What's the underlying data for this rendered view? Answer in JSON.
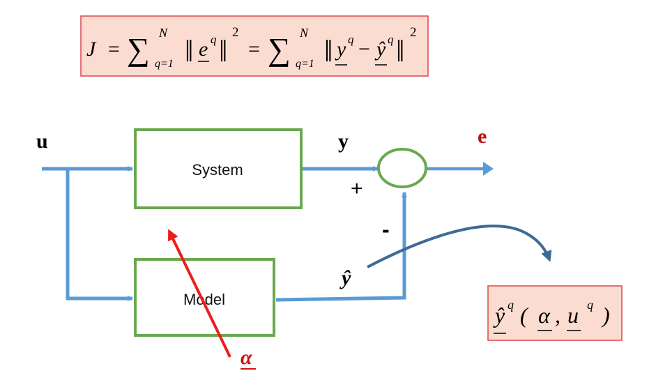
{
  "formula": {
    "J": "J",
    "eq1": "=",
    "sum1": "∑",
    "sum1_upper": "N",
    "sum1_lower": "q=1",
    "norm1_open": "‖",
    "e_base": "e",
    "e_sup": "q",
    "norm1_close": "‖",
    "pow1": "2",
    "eq2": "=",
    "sum2": "∑",
    "sum2_upper": "N",
    "sum2_lower": "q=1",
    "norm2_open": "‖",
    "y_base": "y",
    "y_sup": "q",
    "minus": "−",
    "yhat_base": "ŷ",
    "yhat_sup": "q",
    "norm2_close": "‖",
    "pow2": "2"
  },
  "diagram": {
    "input_label": "u",
    "system_label": "System",
    "model_label": "Model",
    "output_y_label": "y",
    "error_label": "e",
    "plus_sign": "+",
    "minus_sign": "-",
    "model_output_label": "ŷ",
    "param_label": "α"
  },
  "annotation": {
    "yhat": "ŷ",
    "sup_q1": "q",
    "open_paren": "(",
    "alpha": "α",
    "comma": ",",
    "u": "u",
    "sup_q2": "q",
    "close_paren": ")"
  },
  "colors": {
    "formula_bg": "#fbdcd0",
    "formula_border": "#e0454b",
    "block_border": "#6aa84f",
    "arrow_blue": "#5b9bd5",
    "curve_blue": "#3e6a96",
    "param_arrow": "#ee1c1c",
    "error_text": "#b41414",
    "param_text": "#d01010"
  }
}
